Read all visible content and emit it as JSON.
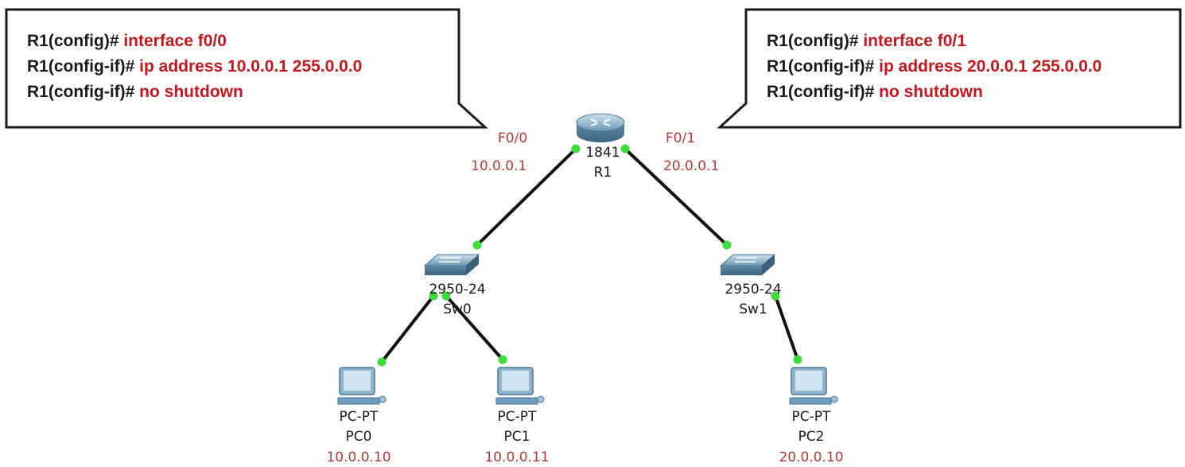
{
  "callouts": {
    "left": {
      "lines": [
        {
          "prompt": "R1(config)#",
          "command": "interface f0/0"
        },
        {
          "prompt": "R1(config-if)#",
          "command": "ip address 10.0.0.1 255.0.0.0"
        },
        {
          "prompt": "R1(config-if)#",
          "command": "no shutdown"
        }
      ]
    },
    "right": {
      "lines": [
        {
          "prompt": "R1(config)#",
          "command": "interface f0/1"
        },
        {
          "prompt": "R1(config-if)#",
          "command": "ip address 20.0.0.1 255.0.0.0"
        },
        {
          "prompt": "R1(config-if)#",
          "command": "no shutdown"
        }
      ]
    }
  },
  "router": {
    "model": "1841",
    "name": "R1"
  },
  "router_ports": {
    "f0_0": {
      "port": "F0/0",
      "ip": "10.0.0.1"
    },
    "f0_1": {
      "port": "F0/1",
      "ip": "20.0.0.1"
    }
  },
  "switches": [
    {
      "model": "2950-24",
      "name": "Sw0"
    },
    {
      "model": "2950-24",
      "name": "Sw1"
    }
  ],
  "pcs": [
    {
      "model": "PC-PT",
      "name": "PC0",
      "ip": "10.0.0.10"
    },
    {
      "model": "PC-PT",
      "name": "PC1",
      "ip": "10.0.0.11"
    },
    {
      "model": "PC-PT",
      "name": "PC2",
      "ip": "20.0.0.10"
    }
  ],
  "colors": {
    "command": "#c3171d",
    "ip_label": "#b23a3a",
    "link_up": "#3ddc3d",
    "device_blue": "#6f9fbf"
  }
}
